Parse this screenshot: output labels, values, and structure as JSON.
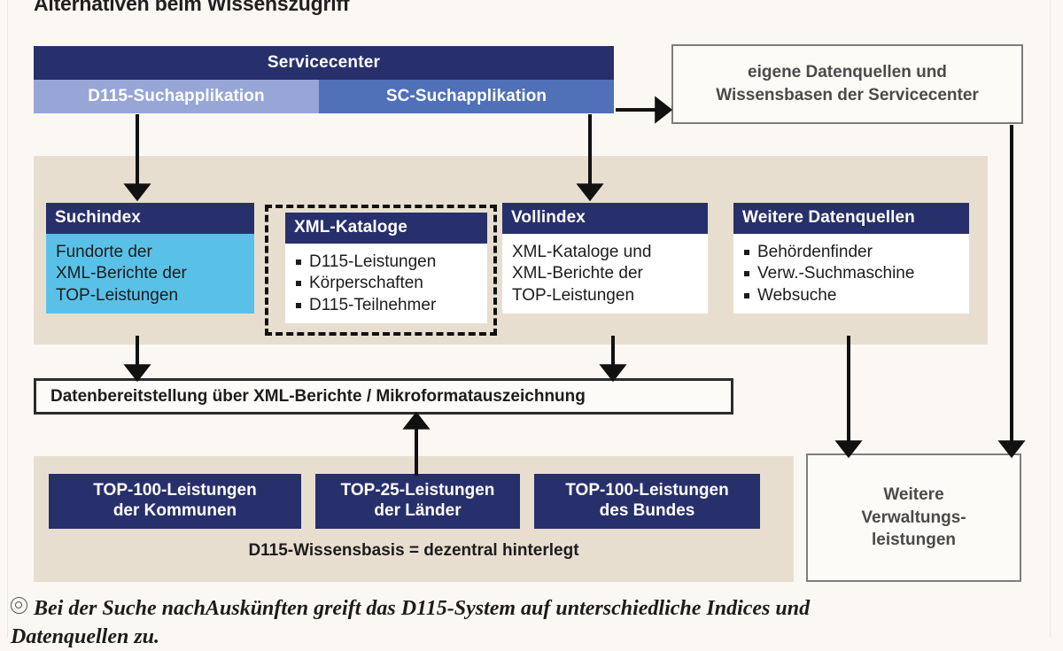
{
  "title": "Alternativen beim Wissenszugriff",
  "header": {
    "servicecenter_label": "Servicecenter",
    "apps": [
      {
        "label": "D115-Suchapplikation"
      },
      {
        "label": "SC-Suchapplikation"
      }
    ]
  },
  "own_sources": {
    "line1": "eigene Datenquellen und",
    "line2": "Wissensbasen der Servicecenter"
  },
  "index_panel": {
    "cards": [
      {
        "head": "Suchindex",
        "body_lines": [
          "Fundorte der",
          "XML-Berichte der",
          "TOP-Leistungen"
        ],
        "bullets": []
      },
      {
        "head": "XML-Kataloge",
        "body_lines": [],
        "bullets": [
          "D115-Leistungen",
          "Körperschaften",
          "D115-Teilnehmer"
        ]
      },
      {
        "head": "Vollindex",
        "body_lines": [
          "XML-Kataloge und",
          "XML-Berichte der",
          "TOP-Leistungen"
        ],
        "bullets": []
      },
      {
        "head": "Weitere Datenquellen",
        "body_lines": [],
        "bullets": [
          "Behördenfinder",
          "Verw.-Suchmaschine",
          "Websuche"
        ]
      }
    ]
  },
  "provision_bar": {
    "label": "Datenbereitstellung über XML-Berichte / Mikroformatauszeichnung"
  },
  "knowledge_base": {
    "boxes": [
      {
        "line1": "TOP-100-Leistungen",
        "line2": "der Kommunen"
      },
      {
        "line1": "TOP-25-Leistungen",
        "line2": "der Länder"
      },
      {
        "line1": "TOP-100-Leistungen",
        "line2": "des Bundes"
      }
    ],
    "caption": "D115-Wissensbasis = dezentral hinterlegt"
  },
  "admin_services": {
    "line1": "Weitere",
    "line2": "Verwaltungs-",
    "line3": "leistungen"
  },
  "figure_caption": {
    "line1": "Bei der Suche nachAuskünften greift das D115-System auf unterschiedliche Indices und",
    "line2": "Datenquellen zu."
  },
  "colors": {
    "navy": "#27306b",
    "app_light": "#97a6d7",
    "app_mid": "#5070b8",
    "cyan": "#59c1e8",
    "panel_beige": "#e8ded0",
    "page_bg": "#fbf8f3",
    "box_border_gray": "#7d7d7d",
    "arrow_black": "#111111"
  }
}
